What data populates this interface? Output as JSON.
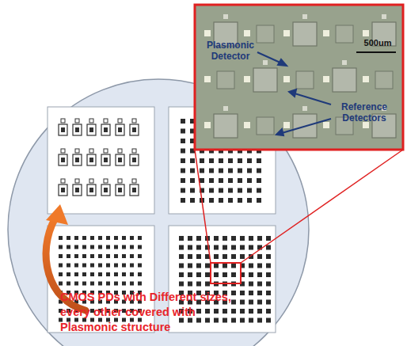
{
  "diagram": {
    "labels": [
      "Plasmonic Detector",
      "500um",
      "Reference Detectors",
      "CMOS PDs with Different sizes, every other covered with Plasmonic structure"
    ]
  }
}
